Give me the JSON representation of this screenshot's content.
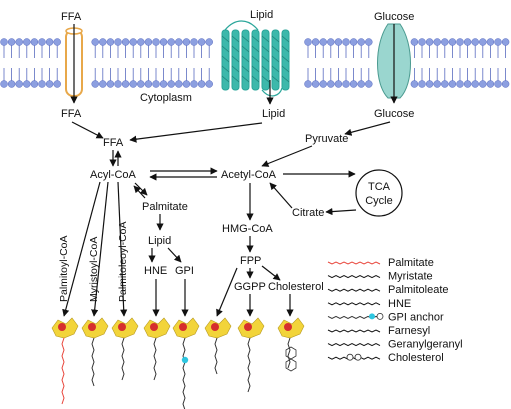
{
  "labels": {
    "ffa_top": "FFA",
    "lipid_top": "Lipid",
    "glucose_top": "Glucose",
    "ffa_in": "FFA",
    "lipid_in": "Lipid",
    "glucose_in": "Glucose",
    "cytoplasm": "Cytoplasm",
    "ffa_center": "FFA",
    "pyruvate": "Pyruvate",
    "acyl_coa": "Acyl-CoA",
    "acetyl_coa": "Acetyl-CoA",
    "tca_line1": "TCA",
    "tca_line2": "Cycle",
    "citrate": "Citrate",
    "palmitate": "Palmitate",
    "lipid_mid": "Lipid",
    "hne": "HNE",
    "gpi": "GPI",
    "hmg_coa": "HMG-CoA",
    "fpp": "FPP",
    "ggpp": "GGPP",
    "cholesterol": "Cholesterol",
    "palmitoyl_coa": "Palmitoyl-CoA",
    "myristoyl_coa": "Myristoyl-CoA",
    "palmitoleoyl_coa": "Palmitoleoyl-CoA"
  },
  "legend": [
    {
      "label": "Palmitate",
      "color": "#e8463c"
    },
    {
      "label": "Myristate",
      "color": "#111111"
    },
    {
      "label": "Palmitoleate",
      "color": "#111111"
    },
    {
      "label": "HNE",
      "color": "#111111"
    },
    {
      "label": "GPI anchor",
      "color": "#2ec6e0"
    },
    {
      "label": "Farnesyl",
      "color": "#111111"
    },
    {
      "label": "Geranylgeranyl",
      "color": "#111111"
    },
    {
      "label": "Cholesterol",
      "color": "#111111"
    }
  ],
  "colors": {
    "membrane_head": "#8c9fe0",
    "membrane_tail": "#5a6cc0",
    "transporter_ffa": "#e8a84a",
    "transporter_lipid": "#2aa69a",
    "transporter_glucose": "#9ad6cf",
    "protein_yellow": "#f2d43a",
    "protein_red": "#d62e2e",
    "palmitate_chain": "#e8463c",
    "gpi_dot": "#2ec6e0"
  }
}
